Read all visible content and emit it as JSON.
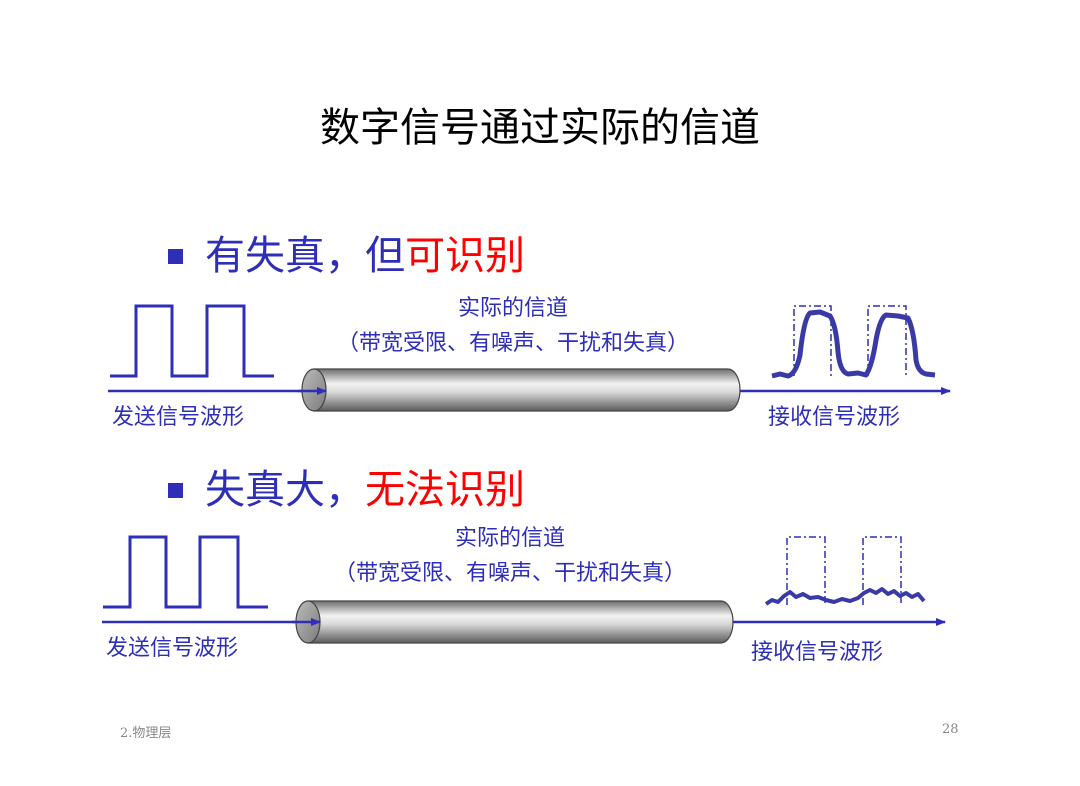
{
  "title": "数字信号通过实际的信道",
  "section1": {
    "bullet_part1": "有失真，但",
    "bullet_part2": "可识别",
    "channel_label": "实际的信道",
    "channel_note": "（带宽受限、有噪声、干扰和失真）",
    "send_label": "发送信号波形",
    "recv_label": "接收信号波形"
  },
  "section2": {
    "bullet_part1": "失真大，",
    "bullet_part2": "无法识别",
    "channel_label": "实际的信道",
    "channel_note": "（带宽受限、有噪声、干扰和失真）",
    "send_label": "发送信号波形",
    "recv_label": "接收信号波形"
  },
  "footer": {
    "chapter": "2.物理层",
    "page": "28"
  },
  "colors": {
    "diagram_blue": "#2e2eb8",
    "highlight_red": "#ff0000",
    "signal_blue": "#3a3aa6"
  }
}
